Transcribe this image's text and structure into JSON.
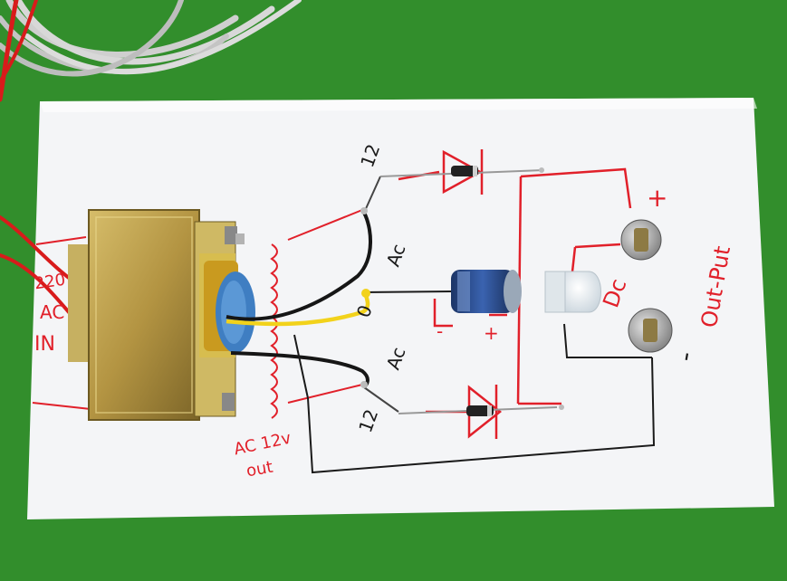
{
  "colors": {
    "cloth": "#2f8a2a",
    "board": "#f4f5f7",
    "ink_red": "#e1202a",
    "ink_black": "#1a1a1a",
    "wire_yellow": "#f2d21b",
    "wire_black": "#161616",
    "transformer_brass": "#b89a45",
    "capacitor_blue": "#2b4c8a"
  },
  "labels": {
    "input_ac_top": "AC",
    "input_ac_bottom": "IN",
    "input_voltage": "220",
    "secondary_top_12": "12",
    "secondary_ac_upper": "Ac",
    "secondary_zero": "0",
    "secondary_ac_lower": "Ac",
    "secondary_bottom_12": "12",
    "ac_out_line1": "AC 12v",
    "ac_out_line2": "out",
    "cap_minus": "-",
    "cap_plus": "+",
    "terminal_plus": "+",
    "terminal_minus": "-",
    "dc_label": "Dc",
    "out_put_label": "Out-Put"
  }
}
